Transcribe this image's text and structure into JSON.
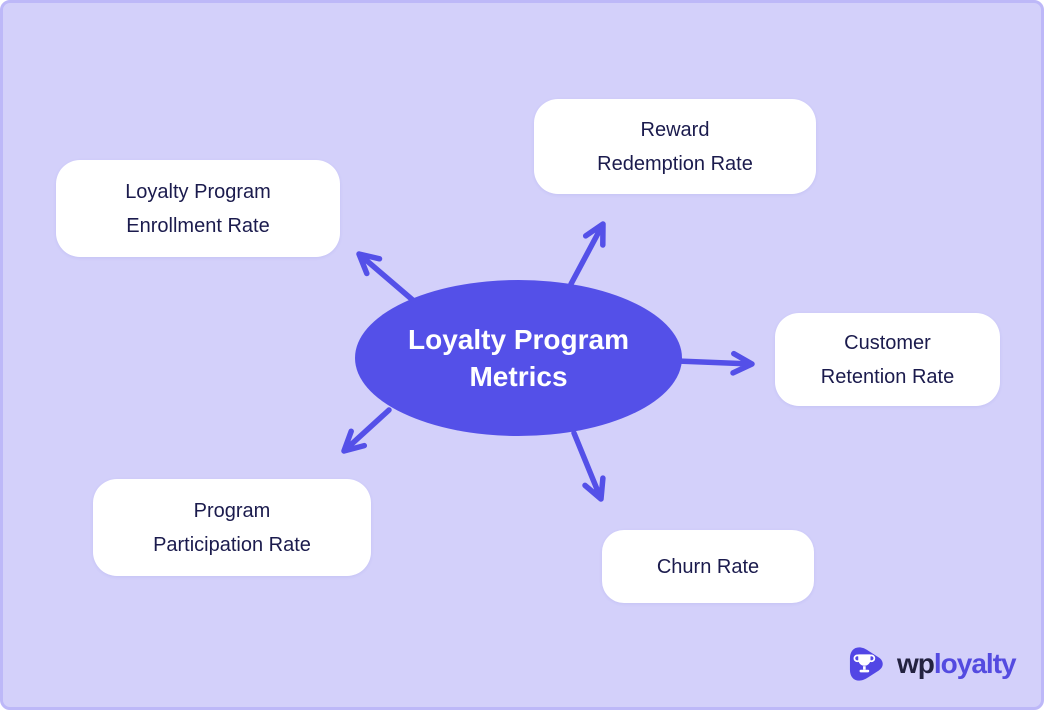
{
  "diagram": {
    "title": "Loyalty Program Metrics",
    "type": "mindmap"
  },
  "colors": {
    "background": "#d3d0fa",
    "frame_border": "#bdb8f8",
    "accent": "#5450e8",
    "node_background": "#ffffff",
    "node_text": "#1b1b4d",
    "logo_dark": "#232240",
    "logo_accent": "#544be0"
  },
  "center": {
    "lines": [
      "Loyalty Program",
      "Metrics"
    ]
  },
  "nodes": [
    {
      "id": "enrollment",
      "lines": [
        "Loyalty Program",
        "Enrollment Rate"
      ]
    },
    {
      "id": "reward",
      "lines": [
        "Reward",
        "Redemption Rate"
      ]
    },
    {
      "id": "retention",
      "lines": [
        "Customer",
        "Retention Rate"
      ]
    },
    {
      "id": "participation",
      "lines": [
        "Program",
        "Participation Rate"
      ]
    },
    {
      "id": "churn",
      "lines": [
        "Churn Rate"
      ]
    }
  ],
  "edges": [
    {
      "from": "center",
      "to": "enrollment"
    },
    {
      "from": "center",
      "to": "reward"
    },
    {
      "from": "center",
      "to": "retention"
    },
    {
      "from": "center",
      "to": "participation"
    },
    {
      "from": "center",
      "to": "churn"
    }
  ],
  "logo": {
    "icon": "trophy-icon",
    "text_dark": "wp",
    "text_accent": "loyalty"
  }
}
